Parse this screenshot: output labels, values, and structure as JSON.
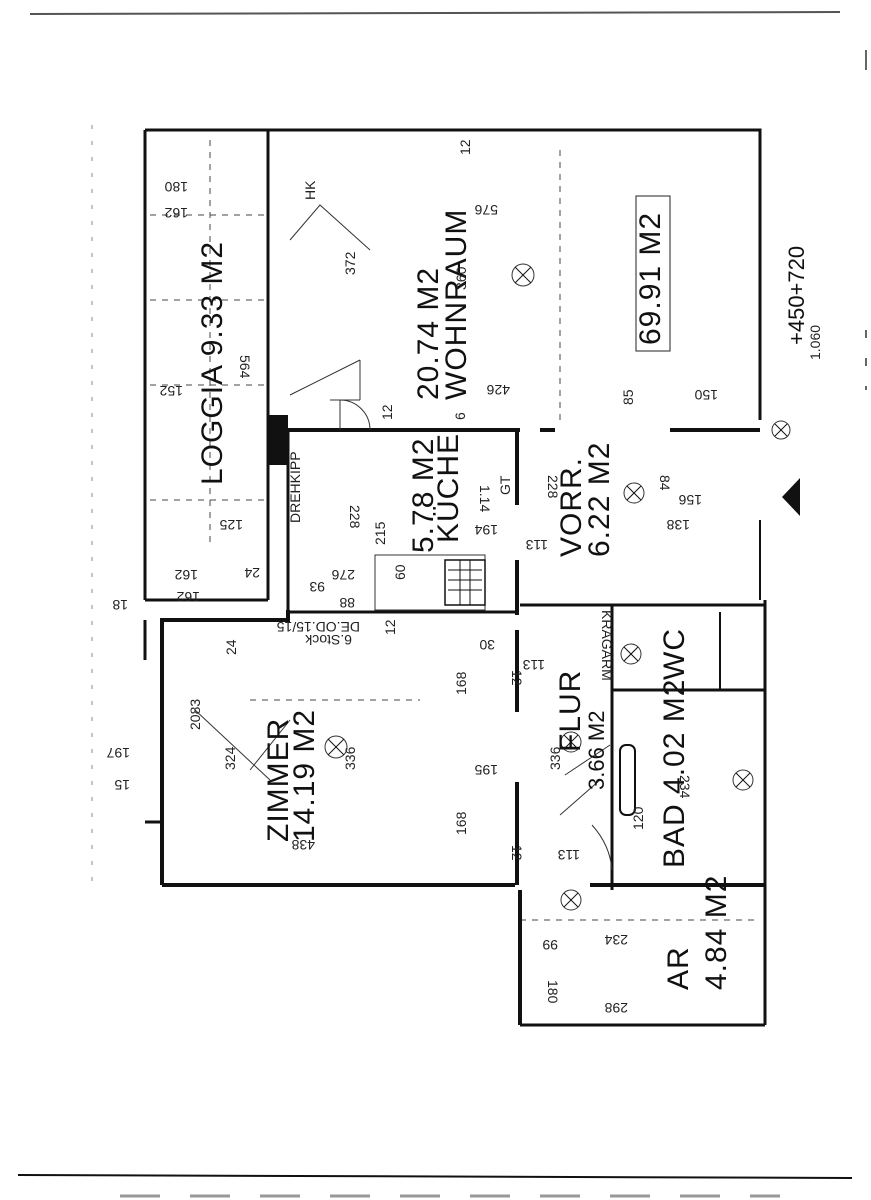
{
  "rooms": {
    "loggia": "LOGGIA  9.33 M2",
    "wohnraum_area": "20.74 M2",
    "wohnraum": "WOHNRAUM",
    "kueche_area": "5.78 M2",
    "kueche": "KÜCHE",
    "vorr_name": "VORR.",
    "vorr_area": "6.22 M2",
    "flur_name": "FLUR",
    "flur_area": "3.66 M2",
    "bad": "BAD 4.02 M2",
    "wc": "WC",
    "zimmer_name": "ZIMMER",
    "zimmer_area": "14.19 M2",
    "ar_name": "AR",
    "ar_area": "4.84 M2",
    "total": "69.91 M2",
    "elevation": "+450+720",
    "kragarm": "KRAGARM",
    "drehkipp": "DREHKIPP",
    "stock": "6.Stock",
    "stock_code": "DE.OD.15/15",
    "hk": "HK",
    "gt": "GT"
  },
  "dims": {
    "d180": "180",
    "d162": "162",
    "d564": "564",
    "d152": "152",
    "d125": "125",
    "d372": "372",
    "d360": "360",
    "d576": "576",
    "d426": "426",
    "d12": "12",
    "d6": "6",
    "d114": "1.14",
    "d228": "228",
    "d113": "113",
    "d194": "194",
    "d215": "215",
    "d276": "276",
    "d93": "93",
    "d60": "60",
    "d88": "88",
    "d24": "24",
    "d84": "84",
    "d156": "156",
    "d138": "138",
    "d168": "168",
    "d336": "336",
    "d324": "324",
    "d2083": "2083",
    "d438": "438",
    "d197": "197",
    "d15": "15",
    "d195": "195",
    "d234": "234",
    "d120": "120",
    "d99": "99",
    "d298": "298",
    "d30": "30",
    "d18": "18",
    "d85": "85",
    "d150": "150",
    "d1060": "1.060"
  }
}
